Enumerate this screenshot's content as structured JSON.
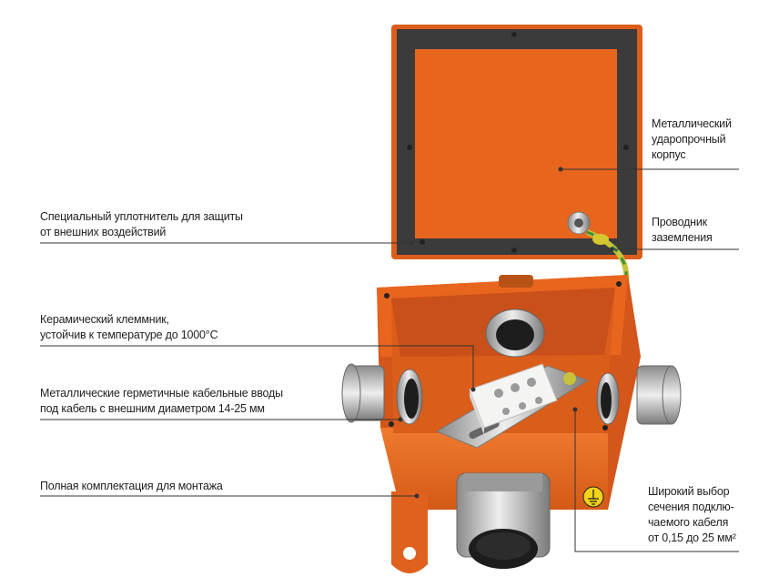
{
  "callouts": {
    "body": {
      "lines": [
        "Металлический",
        "ударопрочный",
        "корпус"
      ]
    },
    "seal": {
      "lines": [
        "Специальный уплотнитель для защиты",
        "от внешних воздействий"
      ]
    },
    "ground": {
      "lines": [
        "Проводник",
        "заземления"
      ]
    },
    "terminal": {
      "lines": [
        "Керамический клеммник,",
        "устойчив к температуре до 1000°С"
      ]
    },
    "glands": {
      "lines": [
        "Металлические герметичные кабельные вводы",
        "под кабель с внешним диаметром 14-25 мм"
      ]
    },
    "kit": {
      "lines": [
        "Полная комплектация для монтажа"
      ]
    },
    "section": {
      "lines": [
        "Широкий выбор",
        "сечения подклю-",
        "чаемого кабеля",
        "от 0,15 до 25 мм²"
      ]
    }
  },
  "colors": {
    "box": "#e8651e",
    "box_dark": "#b9470f",
    "gasket": "#3b3b3b",
    "metal": "#c9c9c9",
    "leader": "#333333"
  }
}
